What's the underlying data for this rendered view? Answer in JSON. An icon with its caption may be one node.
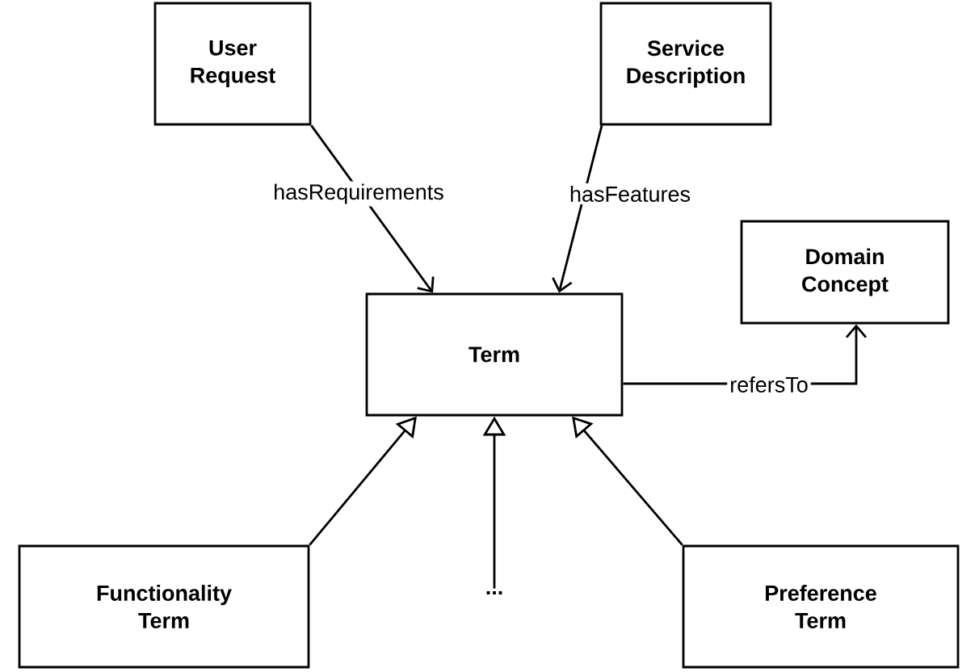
{
  "diagram": {
    "nodes": [
      {
        "text": [
          "User Request"
        ]
      },
      {
        "text": [
          "Service Description"
        ]
      },
      {
        "text": [
          "Domain Concept"
        ]
      },
      {
        "text": [
          "Term"
        ]
      },
      {
        "text": [
          "Functionality Term"
        ]
      },
      {
        "text": [
          "..."
        ]
      },
      {
        "text": [
          "Preference Term"
        ]
      }
    ],
    "edges": [
      {
        "from": 0,
        "to": 3,
        "arrow": "to",
        "label": "hasRequirements"
      },
      {
        "from": 1,
        "to": 3,
        "arrow": "to",
        "label": "hasFeatures"
      },
      {
        "from": 3,
        "to": 2,
        "arrow": "to",
        "label": "refersTo"
      },
      {
        "from": 4,
        "to": 3,
        "arrow": "to"
      },
      {
        "from": 5,
        "to": 3,
        "arrow": "to"
      },
      {
        "from": 6,
        "to": 3,
        "arrow": "to"
      }
    ]
  }
}
